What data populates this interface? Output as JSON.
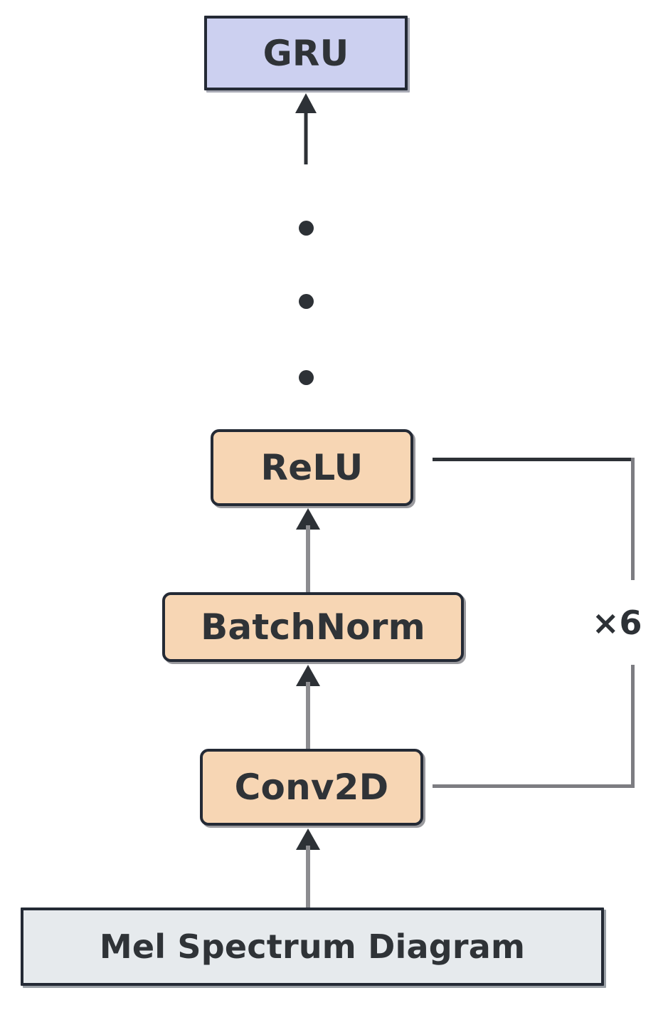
{
  "diagram": {
    "title": "Neural network architecture block diagram",
    "background_color": "#ffffff",
    "flow_direction": "bottom-to-top",
    "nodes": [
      {
        "id": "gru",
        "label": "GRU",
        "fill": "#ccd0f0",
        "border": "#242a35",
        "shape": "rectangle"
      },
      {
        "id": "relu",
        "label": "ReLU",
        "fill": "#f7d6b4",
        "border": "#242a35",
        "shape": "rounded-rectangle"
      },
      {
        "id": "batchnorm",
        "label": "BatchNorm",
        "fill": "#f7d6b4",
        "border": "#242a35",
        "shape": "rounded-rectangle"
      },
      {
        "id": "conv2d",
        "label": "Conv2D",
        "fill": "#f7d6b4",
        "border": "#242a35",
        "shape": "rounded-rectangle"
      },
      {
        "id": "input",
        "label": "Mel Spectrum Diagram",
        "fill": "#e6eaed",
        "border": "#242a35",
        "shape": "rectangle"
      }
    ],
    "ellipsis": {
      "label": "vertical-ellipsis",
      "dot_count": 3,
      "color": "#2d3136"
    },
    "repeat_bracket": {
      "label": "×6",
      "color": "#7d7d82",
      "spans_from": "conv2d",
      "spans_to": "relu"
    },
    "arrows": [
      {
        "from": "input",
        "to": "conv2d",
        "color": "#8c8c90"
      },
      {
        "from": "conv2d",
        "to": "batchnorm",
        "color": "#8c8c90"
      },
      {
        "from": "batchnorm",
        "to": "relu",
        "color": "#8c8c90"
      },
      {
        "from": "relu",
        "to": "gru",
        "color": "#2d3136"
      }
    ]
  }
}
